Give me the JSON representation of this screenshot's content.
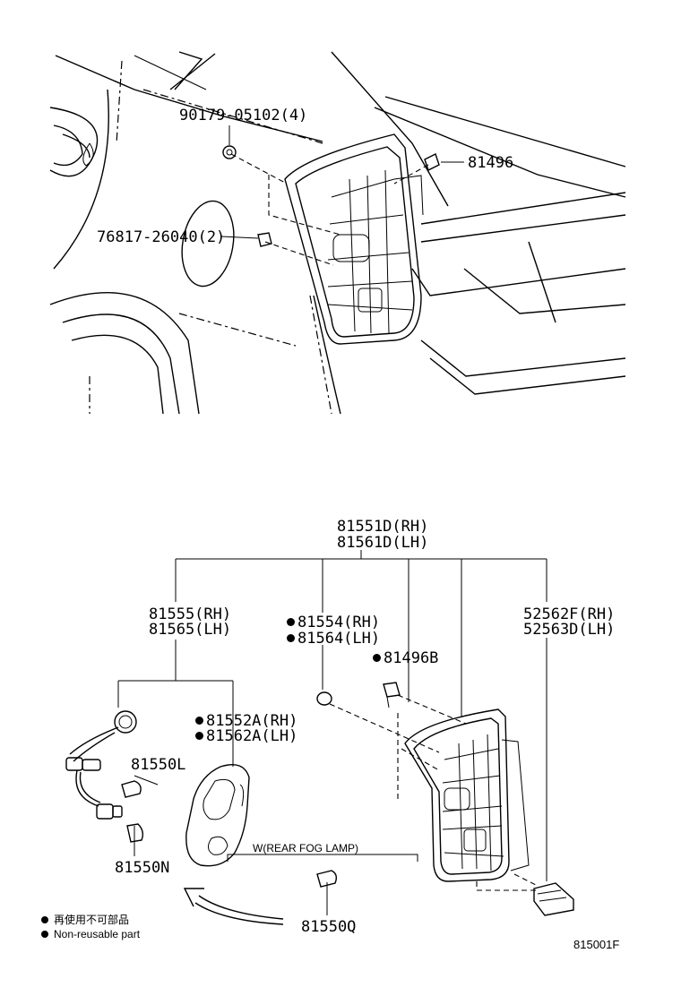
{
  "diagram": {
    "upper_labels": {
      "nut": "90179-05102(4)",
      "clip": "81496",
      "screw": "76817-26040(2)"
    },
    "assembly": {
      "rh": "81551D(RH)",
      "lh": "81561D(LH)"
    },
    "parts": {
      "socket_rh": "81555(RH)",
      "socket_lh": "81565(LH)",
      "gasket_small_rh": "81554(RH)",
      "gasket_small_lh": "81564(LH)",
      "clip_b": "81496B",
      "gasket_rh": "81552A(RH)",
      "gasket_lh": "81562A(LH)",
      "cover_rh": "52562F(RH)",
      "cover_lh": "52563D(LH)",
      "bulb_l": "81550L",
      "bulb_n": "81550N",
      "bulb_q": "81550Q",
      "fog_note": "W(REAR FOG LAMP)"
    },
    "legend": {
      "cn": "再使用不可部品",
      "en": "Non-reusable part"
    },
    "figure_code": "815001F"
  }
}
